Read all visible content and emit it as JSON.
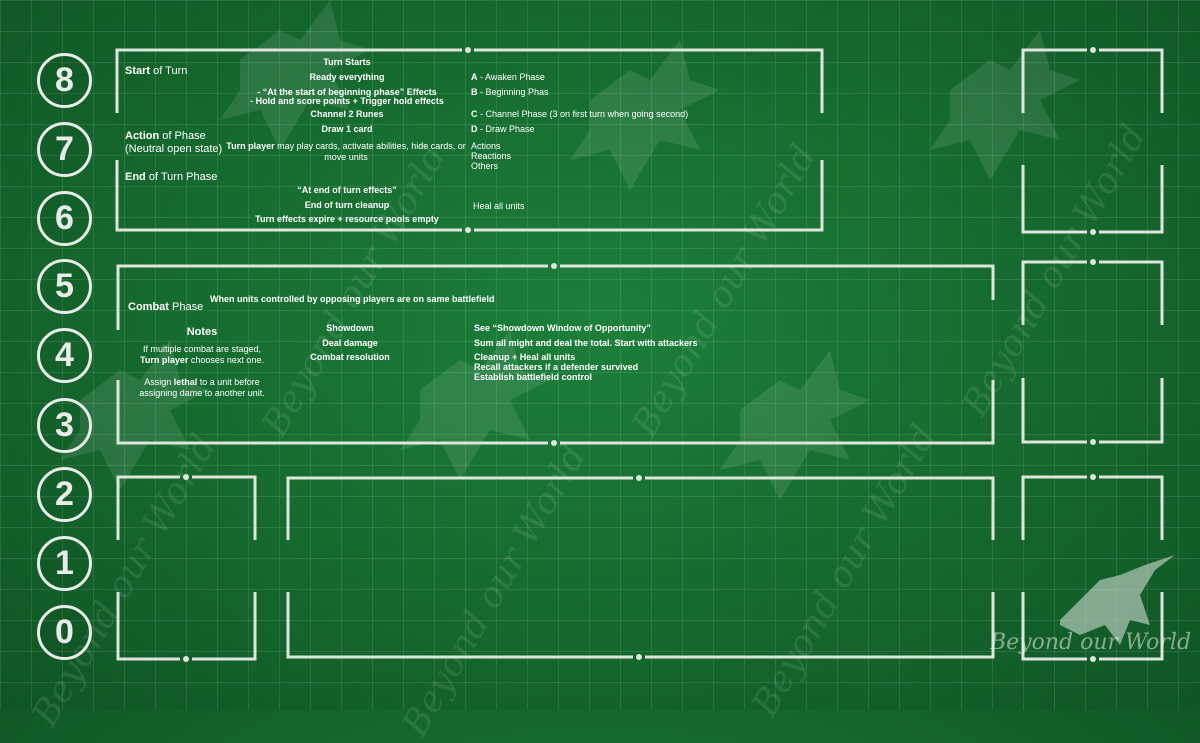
{
  "score_track": [
    "8",
    "7",
    "6",
    "5",
    "4",
    "3",
    "2",
    "1",
    "0"
  ],
  "watermark": "Beyond our World",
  "turn": {
    "start_heading": "Start",
    "start_suffix": " of Turn",
    "action_heading": "Action",
    "action_suffix": " of Phase",
    "action_note": "(Neutral open state)",
    "end_heading": "End",
    "end_suffix": " of Turn Phase",
    "steps": {
      "turn_starts": "Turn Starts",
      "ready": "Ready everything",
      "at_start": "- “At the start of beginning phase” Effects",
      "hold_score": "- Hold and score points + Trigger hold effects",
      "channel": "Channel 2 Runes",
      "draw": "Draw 1 card",
      "turn_player": "Turn player",
      "action_rest_1": " may play cards, activate abilities, hide cards, or",
      "action_rest_2": "move units",
      "at_end": "“At end of turn effects”",
      "cleanup": "End of turn cleanup",
      "expire": "Turn effects expire + resource pools empty"
    },
    "phases": {
      "a_key": "A",
      "a_label": " - Awaken Phase",
      "b_key": "B",
      "b_label": " - Beginning Phas",
      "c_key": "C",
      "c_label": " - Channel Phase (3 on first turn when going second)",
      "d_key": "D",
      "d_label": " - Draw Phase",
      "actions": "Actions",
      "reactions": "Reactions",
      "others": "Others",
      "heal": "Heal all units"
    }
  },
  "combat": {
    "heading": "Combat",
    "heading_suffix": " Phase",
    "trigger": "When units controlled by opposing players are on same battlefield",
    "notes_title": "Notes",
    "note_1a": "If multiple combat are staged,",
    "note_1b_bold": "Turn player",
    "note_1b_rest": " chooses next one.",
    "note_2a_pre": "Assign ",
    "note_2a_bold": "lethal",
    "note_2a_post": " to a unit before",
    "note_2b": "assigning dame to another unit.",
    "steps": [
      "Showdown",
      "Deal damage",
      "Combat resolution"
    ],
    "results": [
      "See “Showdown Window of Opportunity”",
      "Sum all might and deal the total. Start with attackers",
      "Cleanup + Heal all units",
      "Recall attackers if a defender survived",
      "Establish battlefield control"
    ]
  }
}
